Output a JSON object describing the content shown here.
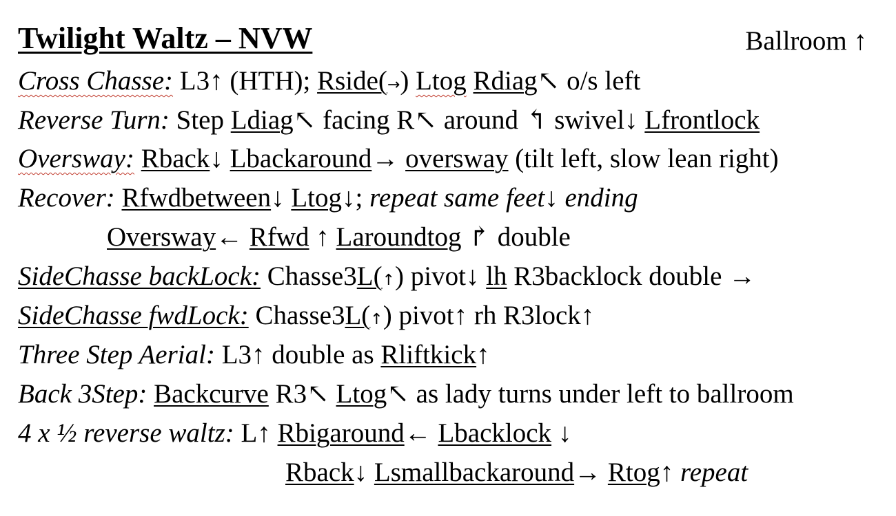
{
  "title": "Twilight Waltz – NVW",
  "header_right": "Ballroom ↑",
  "lines": {
    "cross": {
      "label": "Cross Chasse:",
      "t1": " L3↑ (HTH); ",
      "u1": "Rside(",
      "a1": "→",
      "t2": ") ",
      "u2": "Ltog",
      "t3": " ",
      "u3": "Rdiag",
      "t4": "↖ o/s left"
    },
    "reverse": {
      "label": "Reverse Turn:",
      "t1": " Step ",
      "u1": "Ldiag",
      "t2": "↖ facing R↖ around ↰ swivel↓ ",
      "u2": "Lfrontlock"
    },
    "oversway": {
      "label": "Oversway:",
      "t1": " ",
      "u1": "Rback",
      "t2": "↓ ",
      "u2": "Lbackaround",
      "t3": "→ ",
      "u3": "oversway",
      "t4": " (tilt left, slow lean right)"
    },
    "recover": {
      "label": "Recover:",
      "t1": " ",
      "u1": "Rfwdbetween",
      "t2": "↓ ",
      "u2": "Ltog",
      "t3": "↓; ",
      "i1": "repeat same feet",
      "t4": "↓ ",
      "i2": "ending"
    },
    "recover2": {
      "u1": "Oversway",
      "t1": "← ",
      "u2": "Rfwd",
      "t2": " ↑ ",
      "u3": "Laroundtog",
      "t3": " ↱ double"
    },
    "sidechasse_back": {
      "label": "SideChasse backLock:",
      "t1": " Chasse3",
      "u1": "L(",
      "a1": "↑",
      "t2": ") pivot↓ ",
      "u2": "lh",
      "t3": " R3backlock double →"
    },
    "sidechasse_fwd": {
      "label": "SideChasse fwdLock:",
      "t1": " Chasse3",
      "u1": "L(",
      "a1": "↑",
      "t2": ") pivot↑ rh R3lock↑"
    },
    "aerial": {
      "label": "Three Step Aerial:",
      "t1": " L3↑ double as ",
      "u1": "Rliftkick",
      "t2": "↑"
    },
    "back3": {
      "label": "Back 3Step:",
      "t1": " ",
      "u1": "Backcurve",
      "t2": " R3↖ ",
      "u2": "Ltog",
      "t3": "↖ as lady turns under left to ballroom"
    },
    "reverse_waltz": {
      "label": "4 x ½ reverse waltz:",
      "t1": " L↑ ",
      "u1": "Rbigaround",
      "t2": "← ",
      "u2": "Lbacklock",
      "t3": " ↓"
    },
    "reverse_waltz2": {
      "u1": "Rback",
      "t1": "↓ ",
      "u2": "Lsmallbackaround",
      "t2": "→ ",
      "u3": "Rtog",
      "t3": "↑ ",
      "i1": "repeat"
    }
  }
}
